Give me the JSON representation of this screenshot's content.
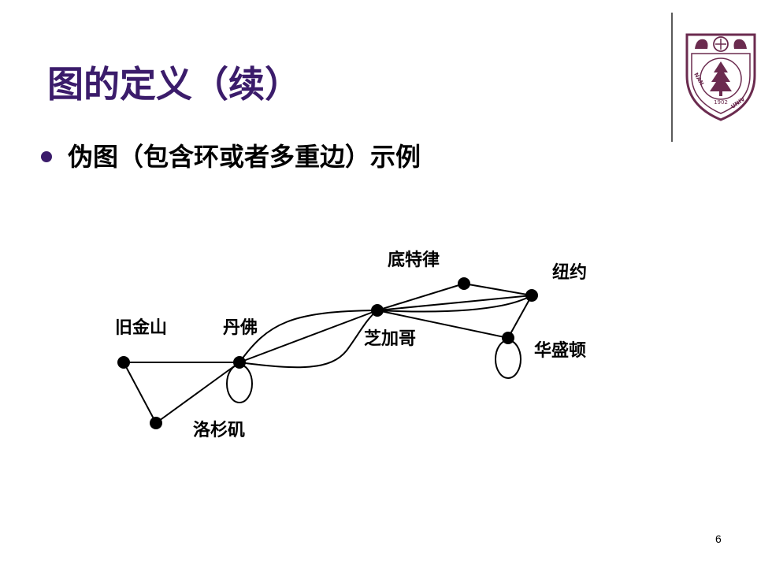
{
  "slide": {
    "title": "图的定义（续）",
    "bullet": "伪图（包含环或者多重边）示例",
    "page_number": "6"
  },
  "logo": {
    "text": "NANJING UNIVERSITY",
    "year": "1902",
    "color": "#6b2b4f"
  },
  "graph": {
    "nodes": [
      {
        "id": "sf",
        "label": "旧金山"
      },
      {
        "id": "la",
        "label": "洛杉矶"
      },
      {
        "id": "denver",
        "label": "丹佛"
      },
      {
        "id": "chicago",
        "label": "芝加哥"
      },
      {
        "id": "detroit",
        "label": "底特律"
      },
      {
        "id": "ny",
        "label": "纽约"
      },
      {
        "id": "dc",
        "label": "华盛顿"
      }
    ],
    "node_color": "#000000",
    "edge_color": "#000000"
  },
  "colors": {
    "title": "#3b1c6b",
    "bullet": "#3b1c6b"
  }
}
